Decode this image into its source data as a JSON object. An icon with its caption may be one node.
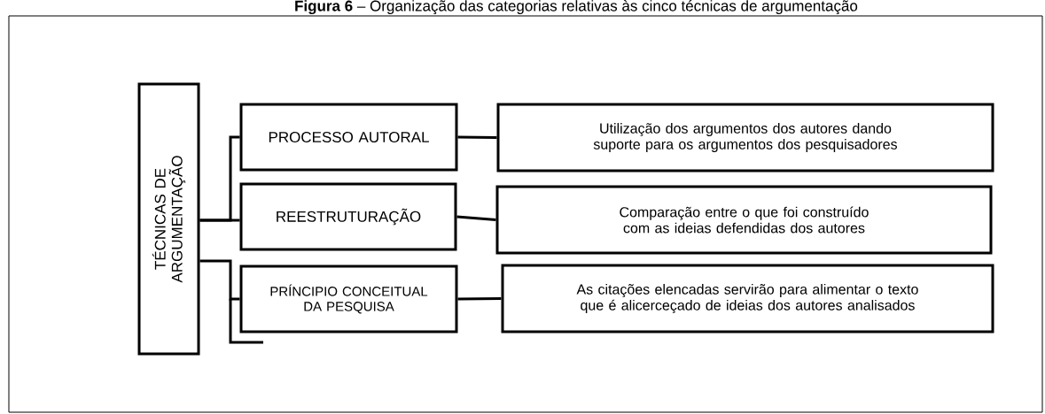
{
  "diagram": {
    "title": "**Figura 6** – Organização das categorias relativas às cinco técnicas de argumentação",
    "nodes": [
      {
        "text": [
          "TÉCNICAS DE ARGUMENTAÇÃO"
        ]
      },
      {
        "text": [
          "PROCESSO AUTORAL"
        ]
      },
      {
        "text": [
          "REESTRUTURAÇÃO"
        ]
      },
      {
        "text": [
          "PRÍNCIPIO CONCEITUAL DA PESQUISA"
        ]
      },
      {
        "text": [
          "Utilização dos argumentos dos autores dando suporte para os argumentos dos pesquisadores"
        ]
      },
      {
        "text": [
          "Comparação entre o que foi construído com as ideias defendidas dos autores"
        ]
      },
      {
        "text": [
          "As citações elencadas servirão para alimentar o texto que é alicerceçado de ideias dos autores analisados"
        ]
      }
    ],
    "edges": [
      {
        "from": 0,
        "to": 1,
        "arrow": "none"
      },
      {
        "from": 0,
        "to": 2,
        "arrow": "none"
      },
      {
        "from": 0,
        "to": 3,
        "arrow": "none"
      },
      {
        "from": 1,
        "to": 4,
        "arrow": "none"
      },
      {
        "from": 2,
        "to": 5,
        "arrow": "none"
      },
      {
        "from": 3,
        "to": 6,
        "arrow": "none"
      }
    ]
  }
}
